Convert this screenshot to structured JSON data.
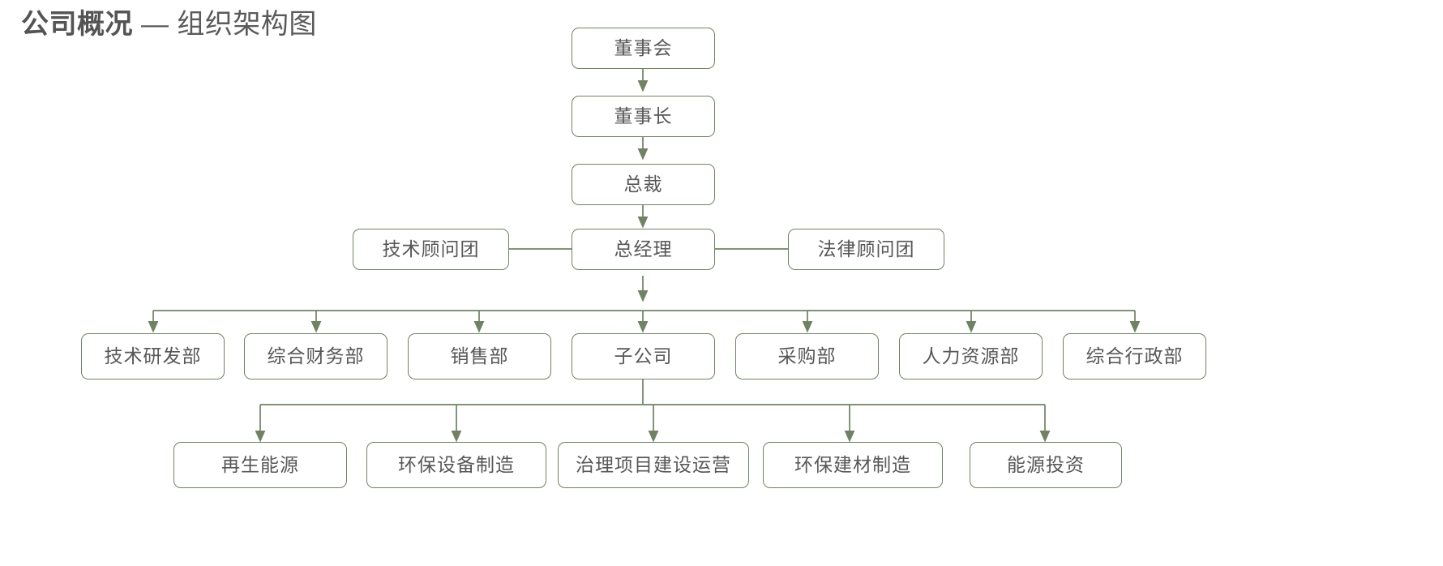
{
  "title": {
    "strong": "公司概况",
    "light": " — 组织架构图"
  },
  "theme": {
    "box_border": "#6f8263",
    "box_fill": "#ffffff",
    "text_color": "#575757",
    "connector_color": "#6f8263",
    "title_color": "#545454",
    "page_background": "#ffffff"
  },
  "chart_data": {
    "type": "diagram",
    "diagram_kind": "org-chart",
    "title": "公司概况 — 组织架构图",
    "levels": [
      {
        "name": "board",
        "nodes": [
          "董事会"
        ]
      },
      {
        "name": "chairman",
        "nodes": [
          "董事长"
        ]
      },
      {
        "name": "president",
        "nodes": [
          "总裁"
        ]
      },
      {
        "name": "general-manager",
        "nodes": [
          "技术顾问团",
          "总经理",
          "法律顾问团"
        ]
      },
      {
        "name": "departments",
        "nodes": [
          "技术研发部",
          "综合财务部",
          "销售部",
          "子公司",
          "采购部",
          "人力资源部",
          "综合行政部"
        ]
      },
      {
        "name": "subsidiaries",
        "nodes": [
          "再生能源",
          "环保设备制造",
          "治理项目建设运营",
          "环保建材制造",
          "能源投资"
        ]
      }
    ],
    "edges": [
      {
        "from": "董事会",
        "to": "董事长",
        "style": "arrow-down"
      },
      {
        "from": "董事长",
        "to": "总裁",
        "style": "arrow-down"
      },
      {
        "from": "总裁",
        "to": "总经理",
        "style": "arrow-down"
      },
      {
        "from": "总经理",
        "to": "技术顾问团",
        "style": "plain-horizontal"
      },
      {
        "from": "总经理",
        "to": "法律顾问团",
        "style": "plain-horizontal"
      },
      {
        "from": "总经理",
        "to": "技术研发部",
        "style": "bus-arrow-down"
      },
      {
        "from": "总经理",
        "to": "综合财务部",
        "style": "bus-arrow-down"
      },
      {
        "from": "总经理",
        "to": "销售部",
        "style": "bus-arrow-down"
      },
      {
        "from": "总经理",
        "to": "子公司",
        "style": "bus-arrow-down"
      },
      {
        "from": "总经理",
        "to": "采购部",
        "style": "bus-arrow-down"
      },
      {
        "from": "总经理",
        "to": "人力资源部",
        "style": "bus-arrow-down"
      },
      {
        "from": "总经理",
        "to": "综合行政部",
        "style": "bus-arrow-down"
      },
      {
        "from": "子公司",
        "to": "再生能源",
        "style": "bus-arrow-down"
      },
      {
        "from": "子公司",
        "to": "环保设备制造",
        "style": "bus-arrow-down"
      },
      {
        "from": "子公司",
        "to": "治理项目建设运营",
        "style": "bus-arrow-down"
      },
      {
        "from": "子公司",
        "to": "环保建材制造",
        "style": "bus-arrow-down"
      },
      {
        "from": "子公司",
        "to": "能源投资",
        "style": "bus-arrow-down"
      }
    ]
  },
  "nodes": {
    "board": "董事会",
    "chairman": "董事长",
    "president": "总裁",
    "general_manager": "总经理",
    "tech_advisors": "技术顾问团",
    "legal_advisors": "法律顾问团",
    "dept_rnd": "技术研发部",
    "dept_finance": "综合财务部",
    "dept_sales": "销售部",
    "dept_subsidiary": "子公司",
    "dept_procurement": "采购部",
    "dept_hr": "人力资源部",
    "dept_admin": "综合行政部",
    "sub_renewable": "再生能源",
    "sub_equipment": "环保设备制造",
    "sub_project": "治理项目建设运营",
    "sub_materials": "环保建材制造",
    "sub_investment": "能源投资"
  }
}
